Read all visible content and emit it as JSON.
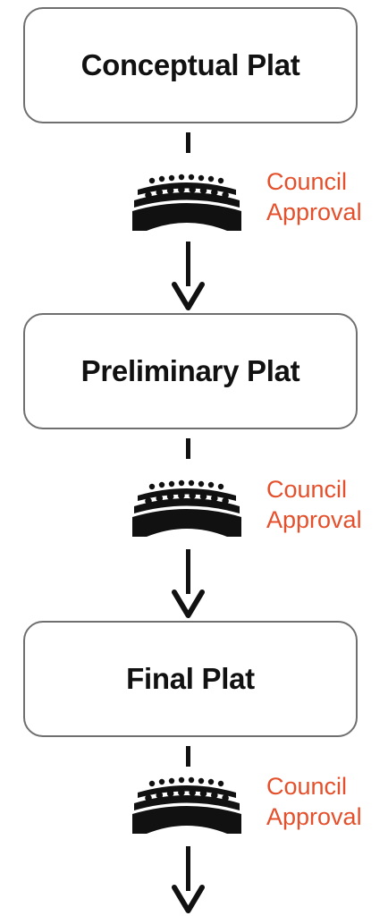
{
  "steps": [
    {
      "title": "Conceptual Plat",
      "approval": {
        "line1": "Council",
        "line2": "Approval"
      }
    },
    {
      "title": "Preliminary Plat",
      "approval": {
        "line1": "Council",
        "line2": "Approval"
      }
    },
    {
      "title": "Final Plat",
      "approval": {
        "line1": "Council",
        "line2": "Approval"
      }
    }
  ],
  "colors": {
    "approval_text": "#e4502b",
    "box_border": "#6f6f6f",
    "ink": "#111111"
  },
  "icons": {
    "approval": "council-chamber-icon",
    "connector": "arrow-down-icon"
  }
}
